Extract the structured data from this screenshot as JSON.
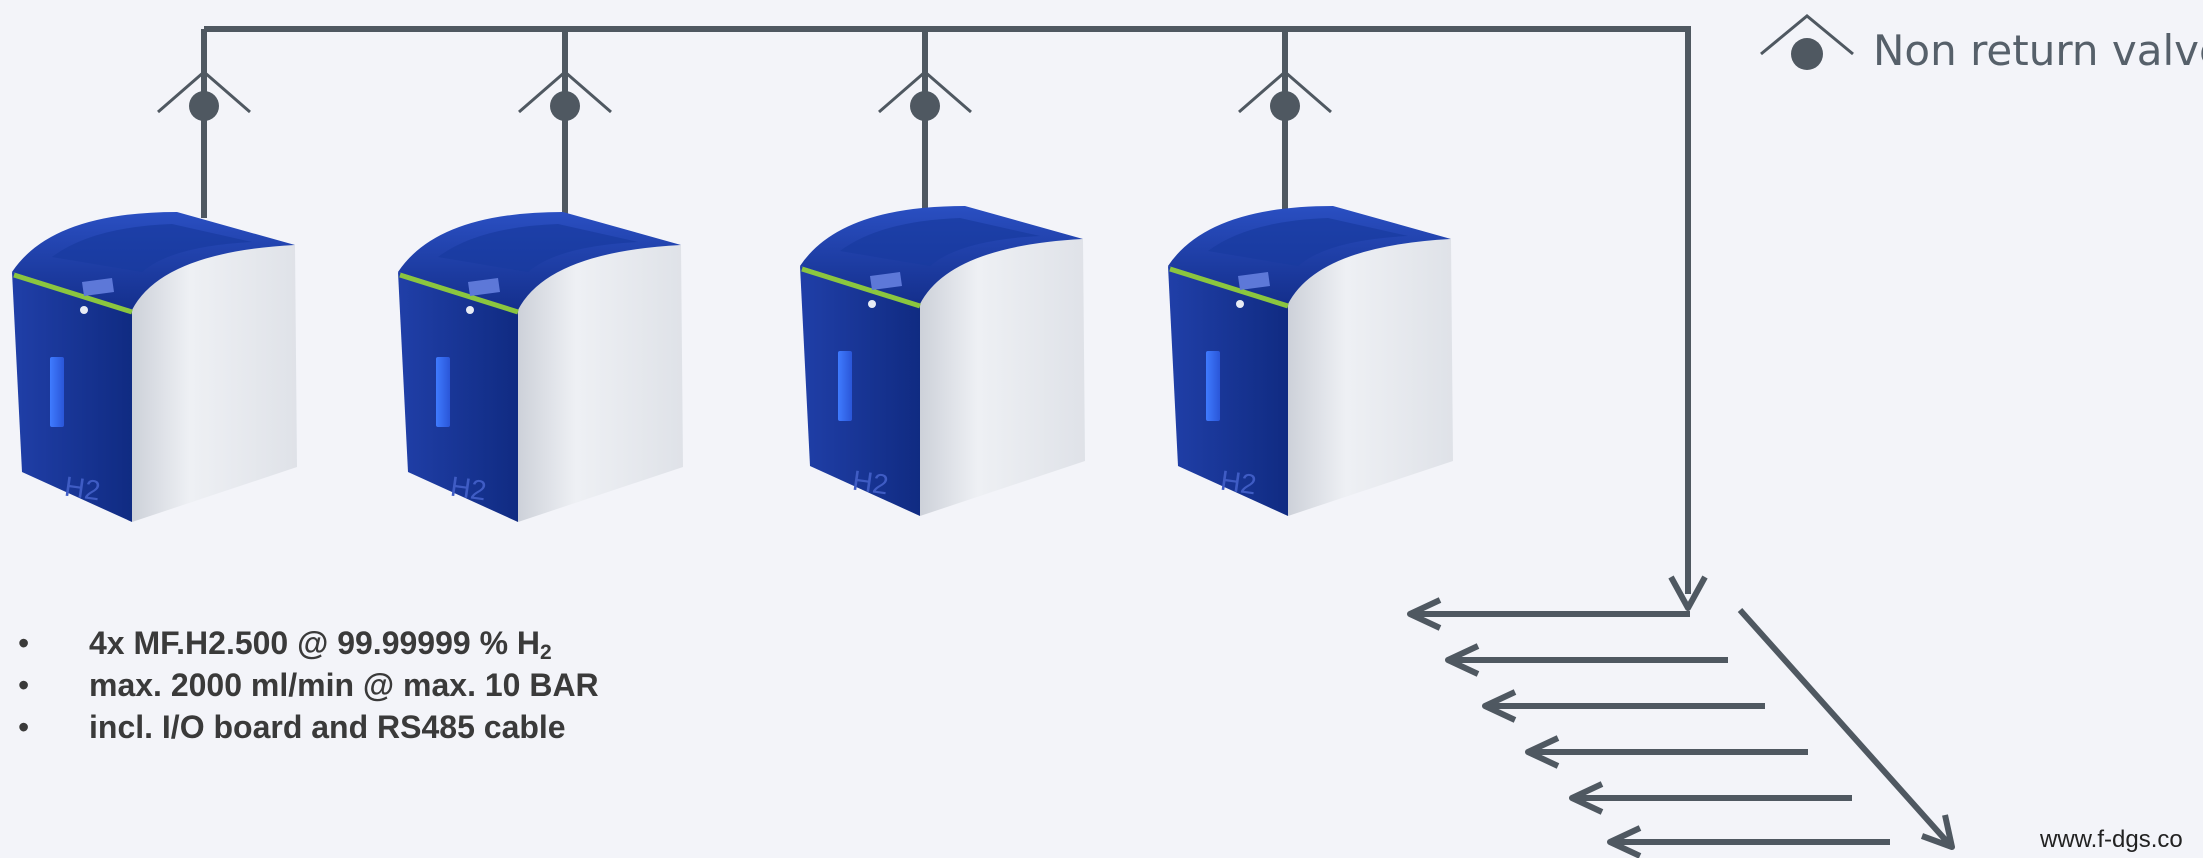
{
  "legend": {
    "icon": "non-return-valve-icon",
    "label": "Non return valve"
  },
  "generators": [
    {
      "badge": "H2"
    },
    {
      "badge": "H2"
    },
    {
      "badge": "H2"
    },
    {
      "badge": "H2"
    }
  ],
  "specs": {
    "bullet_char": "•",
    "items": [
      {
        "text": "4x MF.H2.500 @ 99.99999 % H",
        "sub": "2"
      },
      {
        "text": "max. 2000 ml/min @ max. 10 BAR",
        "sub": ""
      },
      {
        "text": "incl. I/O board and RS485 cable",
        "sub": ""
      }
    ]
  },
  "footer": {
    "url": "www.f-dgs.co"
  },
  "colors": {
    "pipe": "#4f5861",
    "background": "#f3f4f9",
    "cabinet_blue": "#1b3a9c",
    "cabinet_side": "#e1e4ea",
    "accent_green": "#8bc63f"
  }
}
